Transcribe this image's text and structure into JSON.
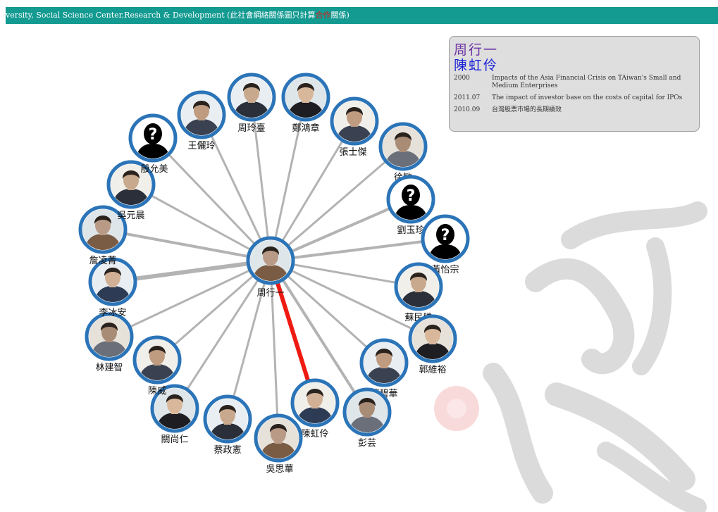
{
  "banner": {
    "text_before": "versity, Social Science Center,Research & Development (此社會網絡關係圖只計算",
    "highlight": "合作",
    "text_after": "關係)"
  },
  "info_panel": {
    "name_primary": "周行一",
    "name_secondary": "陳虹伶",
    "rows": [
      {
        "year": "2000",
        "title": "Impacts of the Asia Financial Crisis on TAiwan's Small and Medium Enterprises"
      },
      {
        "year": "2011.07",
        "title": "The impact of investor base on the costs of capital for IPOs"
      },
      {
        "year": "2010.09",
        "title": "台灣股票市場的長期績效"
      }
    ]
  },
  "graph": {
    "center": {
      "name": "周行一"
    },
    "nodes": [
      {
        "label": "周玲臺",
        "icon": "person-photo"
      },
      {
        "label": "鄭鴻章",
        "icon": "person-photo"
      },
      {
        "label": "張士傑",
        "icon": "person-photo"
      },
      {
        "label": "徐敏",
        "icon": "person-photo"
      },
      {
        "label": "劉玉珍",
        "icon": "unknown-person-icon"
      },
      {
        "label": "黃怡宗",
        "icon": "unknown-person-icon"
      },
      {
        "label": "蘇民勝",
        "icon": "person-photo"
      },
      {
        "label": "郭維裕",
        "icon": "person-photo"
      },
      {
        "label": "陳碧華",
        "icon": "person-photo"
      },
      {
        "label": "彭芸",
        "icon": "person-photo"
      },
      {
        "label": "陳虹伶",
        "icon": "person-photo",
        "highlighted": true
      },
      {
        "label": "吳思華",
        "icon": "person-photo"
      },
      {
        "label": "蔡政憲",
        "icon": "person-photo"
      },
      {
        "label": "關尚仁",
        "icon": "person-photo"
      },
      {
        "label": "陳威",
        "icon": "person-photo"
      },
      {
        "label": "林建智",
        "icon": "person-photo"
      },
      {
        "label": "李冰安",
        "icon": "person-photo"
      },
      {
        "label": "詹凌菁",
        "icon": "person-photo"
      },
      {
        "label": "吳元晨",
        "icon": "person-photo"
      },
      {
        "label": "殷允美",
        "icon": "unknown-person-icon"
      },
      {
        "label": "王儷玲",
        "icon": "person-photo"
      }
    ]
  },
  "colors": {
    "banner": "#139a91",
    "node_ring": "#2b74b8",
    "edge": "#b3b3b3",
    "highlight_edge": "#ee1b12",
    "name_primary": "#6b2fa3",
    "name_secondary": "#1a22d8"
  }
}
